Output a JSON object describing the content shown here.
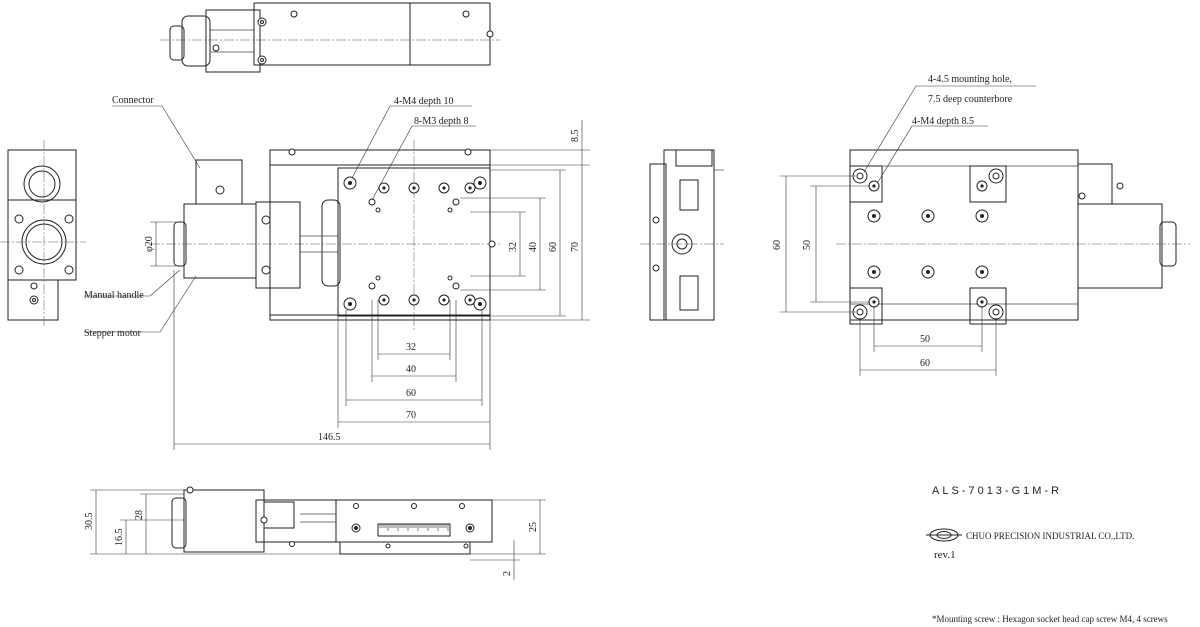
{
  "labels": {
    "connector": "Connector",
    "manual_handle": "Manual handle",
    "stepper_motor": "Stepper motor",
    "m4_depth10": "4-M4 depth 10",
    "m3_depth8": "8-M3 depth 8",
    "mounting_hole_1": "4-4.5 mounting hole,",
    "mounting_hole_2": "7.5 deep counterbore",
    "m4_depth8_5": "4-M4 depth 8.5"
  },
  "dimensions": {
    "top_8_5": "8.5",
    "v32": "32",
    "v40": "40",
    "v60": "60",
    "v70": "70",
    "phi20": "φ20",
    "h32": "32",
    "h40": "40",
    "h60": "60",
    "h70": "70",
    "h146_5": "146.5",
    "right_v60": "60",
    "right_v50": "50",
    "right_h50": "50",
    "right_h60": "60",
    "side_30_5": "30.5",
    "side_28": "28",
    "side_16_5": "16.5",
    "side_25": "25",
    "side_2": "2"
  },
  "title_block": {
    "part_number": "ALS-7013-G1M-R",
    "company": "CHUO PRECISION INDUSTRIAL CO.,LTD.",
    "revision": "rev.1"
  },
  "footnote": "*Mounting screw : Hexagon socket head cap screw M4, 4 screws"
}
